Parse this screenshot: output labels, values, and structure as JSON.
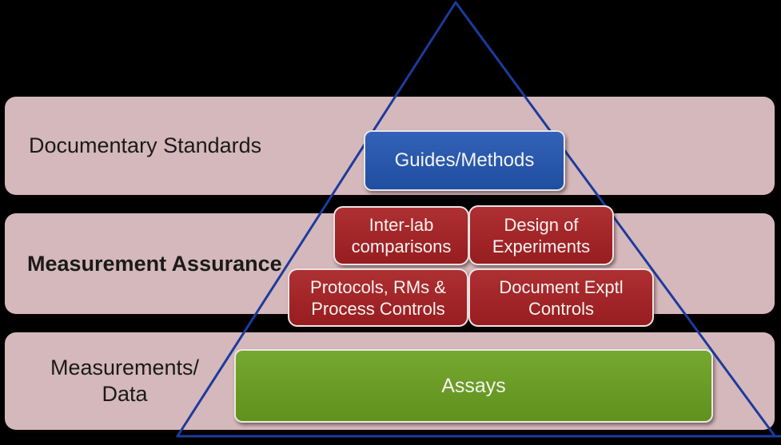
{
  "colors": {
    "background": "#000000",
    "band": "#d5b8bb",
    "band_text": "#1a1a1a",
    "box_text": "#f5f3f0",
    "blue_box": "#2356b2",
    "red_box": "#a82023",
    "green_box": "#6ba121",
    "triangle_line": "#1c3b9e"
  },
  "bands": [
    {
      "label": "Documentary Standards"
    },
    {
      "label": "Measurement Assurance"
    },
    {
      "label": "Measurements/\nData"
    }
  ],
  "boxes": {
    "guides": {
      "label": "Guides/Methods"
    },
    "interlab": {
      "label": "Inter-lab\ncomparisons"
    },
    "doe": {
      "label": "Design of\nExperiments"
    },
    "protocols": {
      "label": "Protocols, RMs &\nProcess Controls"
    },
    "document": {
      "label": "Document Exptl\nControls"
    },
    "assays": {
      "label": "Assays"
    }
  }
}
